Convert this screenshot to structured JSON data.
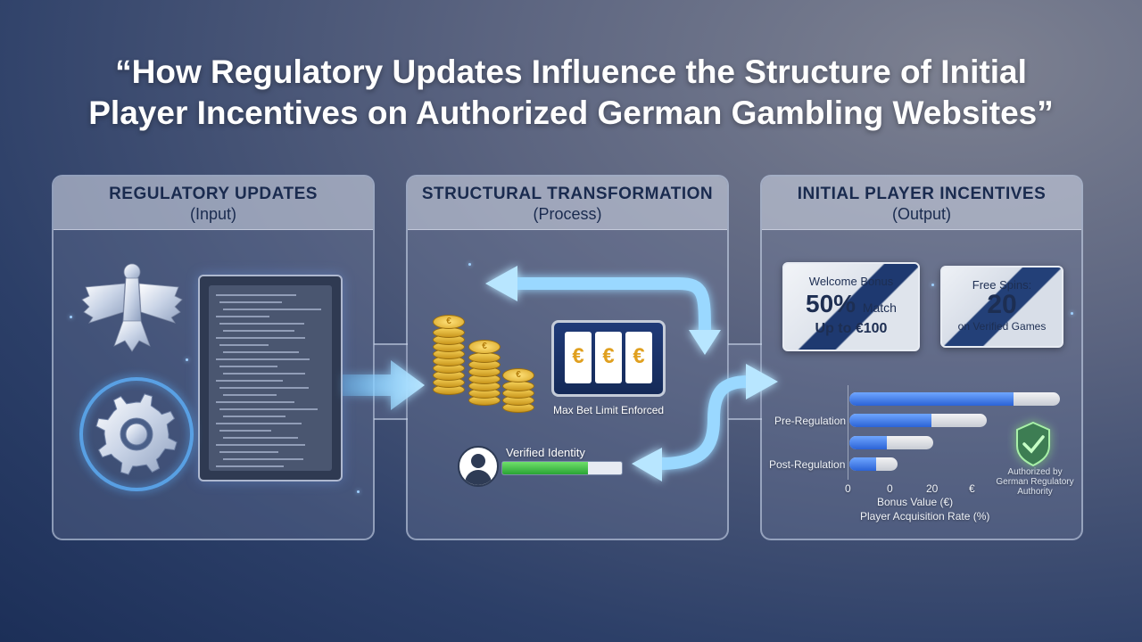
{
  "title": {
    "line1": "“How Regulatory Updates Influence the Structure of Initial",
    "line2": "Player Incentives on Authorized German Gambling Websites”"
  },
  "panels": [
    {
      "heading": "REGULATORY UPDATES",
      "subheading": "(Input)"
    },
    {
      "heading": "STRUCTURAL TRANSFORMATION",
      "subheading": "(Process)"
    },
    {
      "heading": "INITIAL PLAYER INCENTIVES",
      "subheading": "(Output)"
    }
  ],
  "icons": {
    "input": [
      "eagle-emblem-icon",
      "gear-icon",
      "document-icon"
    ],
    "process": [
      "euro-coins-icon",
      "slot-machine-icon",
      "no-entry-icon",
      "user-avatar-icon"
    ],
    "output": [
      "lock-icon",
      "shield-check-icon"
    ]
  },
  "coin_symbol": "€",
  "slot_machine": {
    "reels": [
      "€",
      "€",
      "€"
    ],
    "caption": "Max Bet Limit Enforced"
  },
  "verification": {
    "label": "Verified Identity",
    "progress": 0.72
  },
  "welcome_bonus": {
    "line1": "Welcome Bonus",
    "percent": "50%",
    "match": "Match",
    "limit": "Up to €100"
  },
  "free_spins": {
    "line1": "Free Spins:",
    "count": "20",
    "line3": "on Verified Games"
  },
  "shield_caption": {
    "line1": "Authorized by",
    "line2": "German Regulatory",
    "line3": "Authority"
  },
  "colors": {
    "accent_blue": "#2b63d6",
    "arrow_glow": "#8fd2ff",
    "verified_green": "#2aa435",
    "panel_heading": "#1a2b4f"
  },
  "chart_data": {
    "type": "bar",
    "orientation": "horizontal",
    "category_labels": [
      "Pre-Regulation",
      "Post-Regulation"
    ],
    "bars": [
      {
        "fill": 0.78
      },
      {
        "fill": 0.6
      },
      {
        "fill": 0.45
      },
      {
        "fill": 0.55
      }
    ],
    "x_ticks": [
      "0",
      "0",
      "20",
      "€"
    ],
    "xlabel_line1": "Bonus Value (€)",
    "xlabel_line2": "Player Acquisition Rate (%)"
  }
}
